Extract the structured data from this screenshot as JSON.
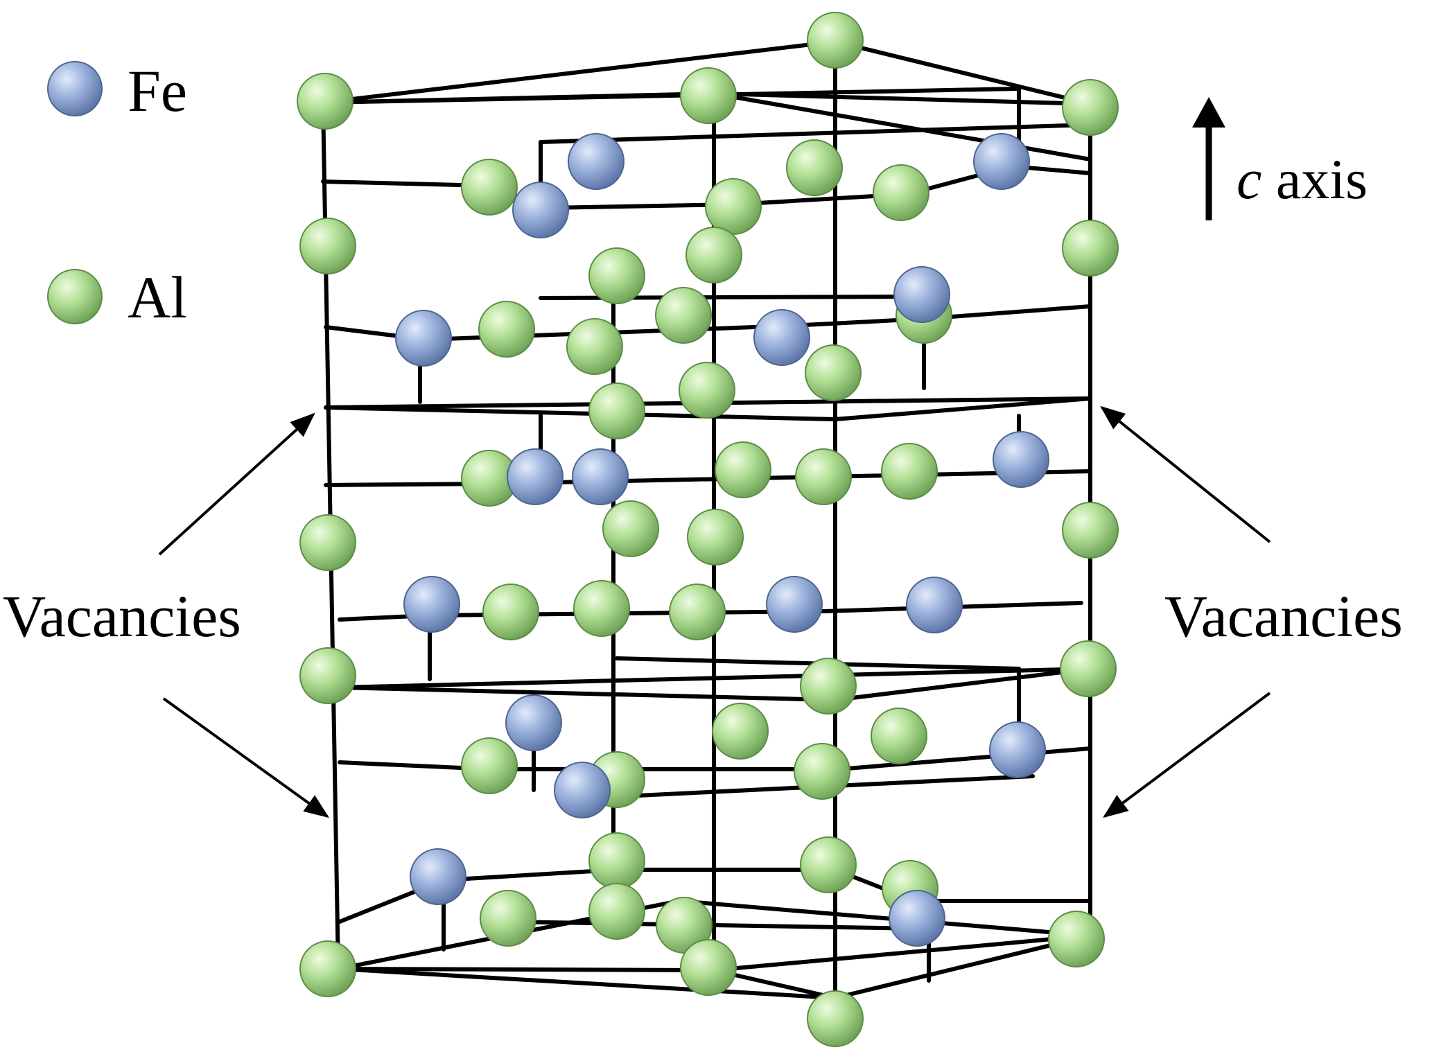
{
  "legend": {
    "items": [
      {
        "symbol": "Fe",
        "label": "Fe",
        "color": "#8fa8d6"
      },
      {
        "symbol": "Al",
        "label": "Al",
        "color": "#a9dc8e"
      }
    ]
  },
  "axis": {
    "italic": "c",
    "rest": " axis"
  },
  "annotations": {
    "left": "Vacancies",
    "right": "Vacancies"
  },
  "colors": {
    "line": "#000000",
    "fe": "#8fa8d6",
    "al": "#a9dc8e"
  }
}
